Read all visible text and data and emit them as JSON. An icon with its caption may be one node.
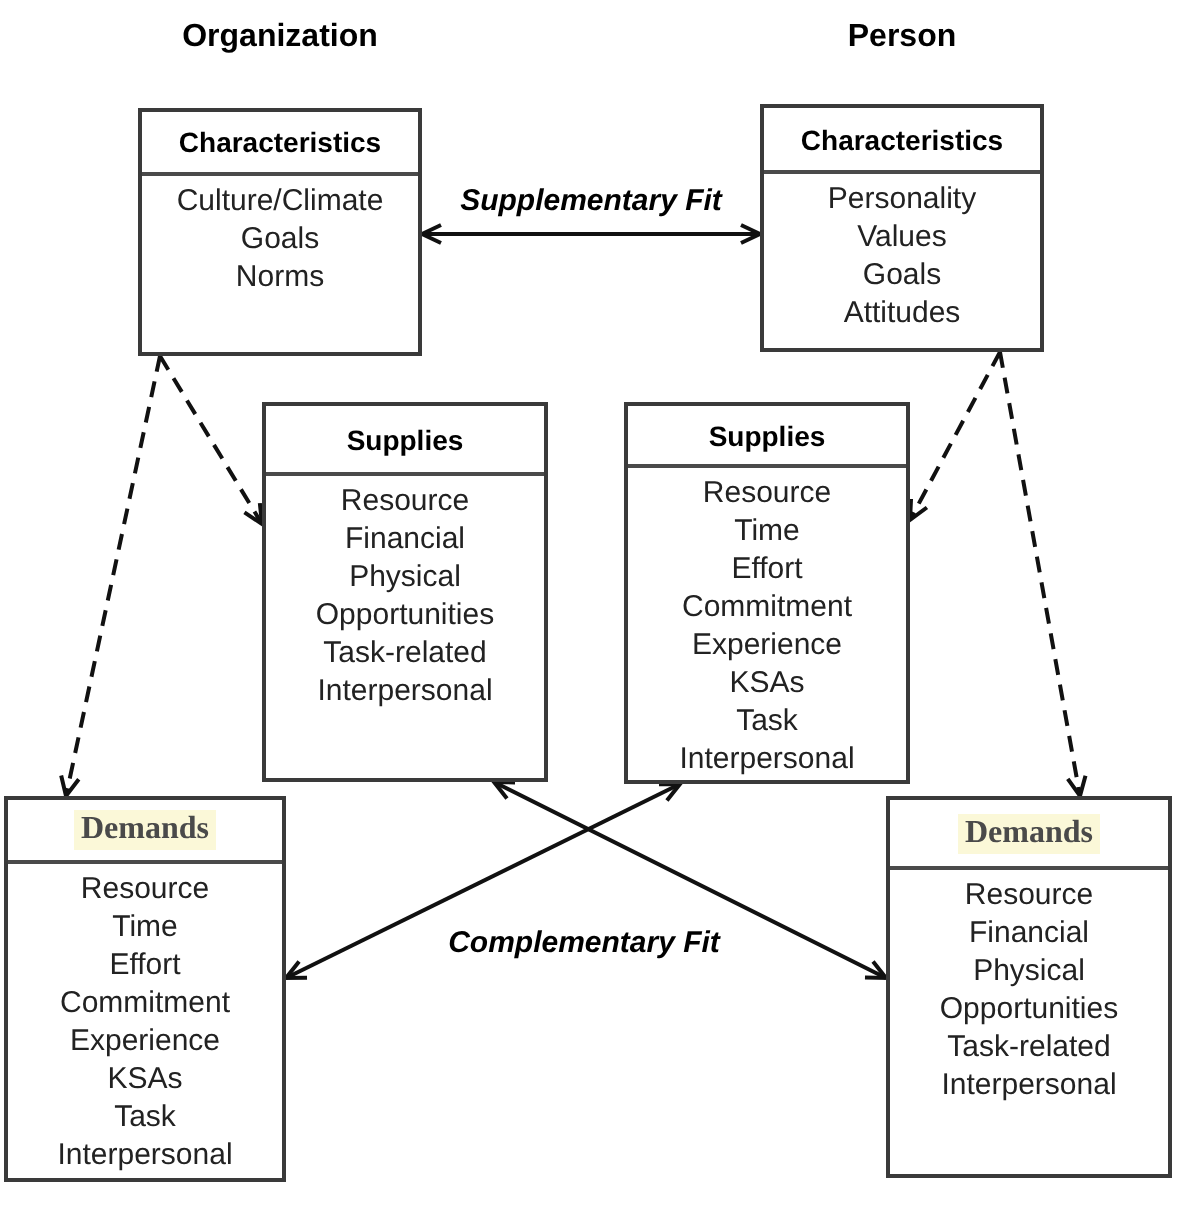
{
  "diagram": {
    "nodes": [
      {
        "text": [
          "Characteristics",
          "Culture/Climate",
          "Goals",
          "Norms"
        ]
      },
      {
        "text": [
          "Characteristics",
          "Personality",
          "Values",
          "Goals",
          "Attitudes"
        ]
      },
      {
        "text": [
          "Supplies",
          "Resource",
          "Financial",
          "Physical",
          "Opportunities",
          "Task-related",
          "Interpersonal"
        ]
      },
      {
        "text": [
          "Supplies",
          "Resource",
          "Time",
          "Effort",
          "Commitment",
          "Experience",
          "KSAs",
          "Task",
          "Interpersonal"
        ]
      },
      {
        "text": [
          "Demands",
          "Resource",
          "Time",
          "Effort",
          "Commitment",
          "Experience",
          "KSAs",
          "Task",
          "Interpersonal"
        ]
      },
      {
        "text": [
          "Demands",
          "Resource",
          "Financial",
          "Physical",
          "Opportunities",
          "Task-related",
          "Interpersonal"
        ]
      }
    ],
    "edges": [
      {
        "from": 0,
        "to": 1,
        "arrow": "both",
        "label": "Supplementary Fit"
      },
      {
        "from": 0,
        "to": 2,
        "arrow": "to",
        "style": "dashed"
      },
      {
        "from": 0,
        "to": 4,
        "arrow": "to",
        "style": "dashed"
      },
      {
        "from": 1,
        "to": 3,
        "arrow": "to",
        "style": "dashed"
      },
      {
        "from": 1,
        "to": 5,
        "arrow": "to",
        "style": "dashed"
      },
      {
        "from": 4,
        "to": 3,
        "arrow": "both"
      },
      {
        "from": 2,
        "to": 5,
        "arrow": "both"
      }
    ],
    "labels": [
      "Organization",
      "Person",
      "Complementary Fit"
    ]
  }
}
